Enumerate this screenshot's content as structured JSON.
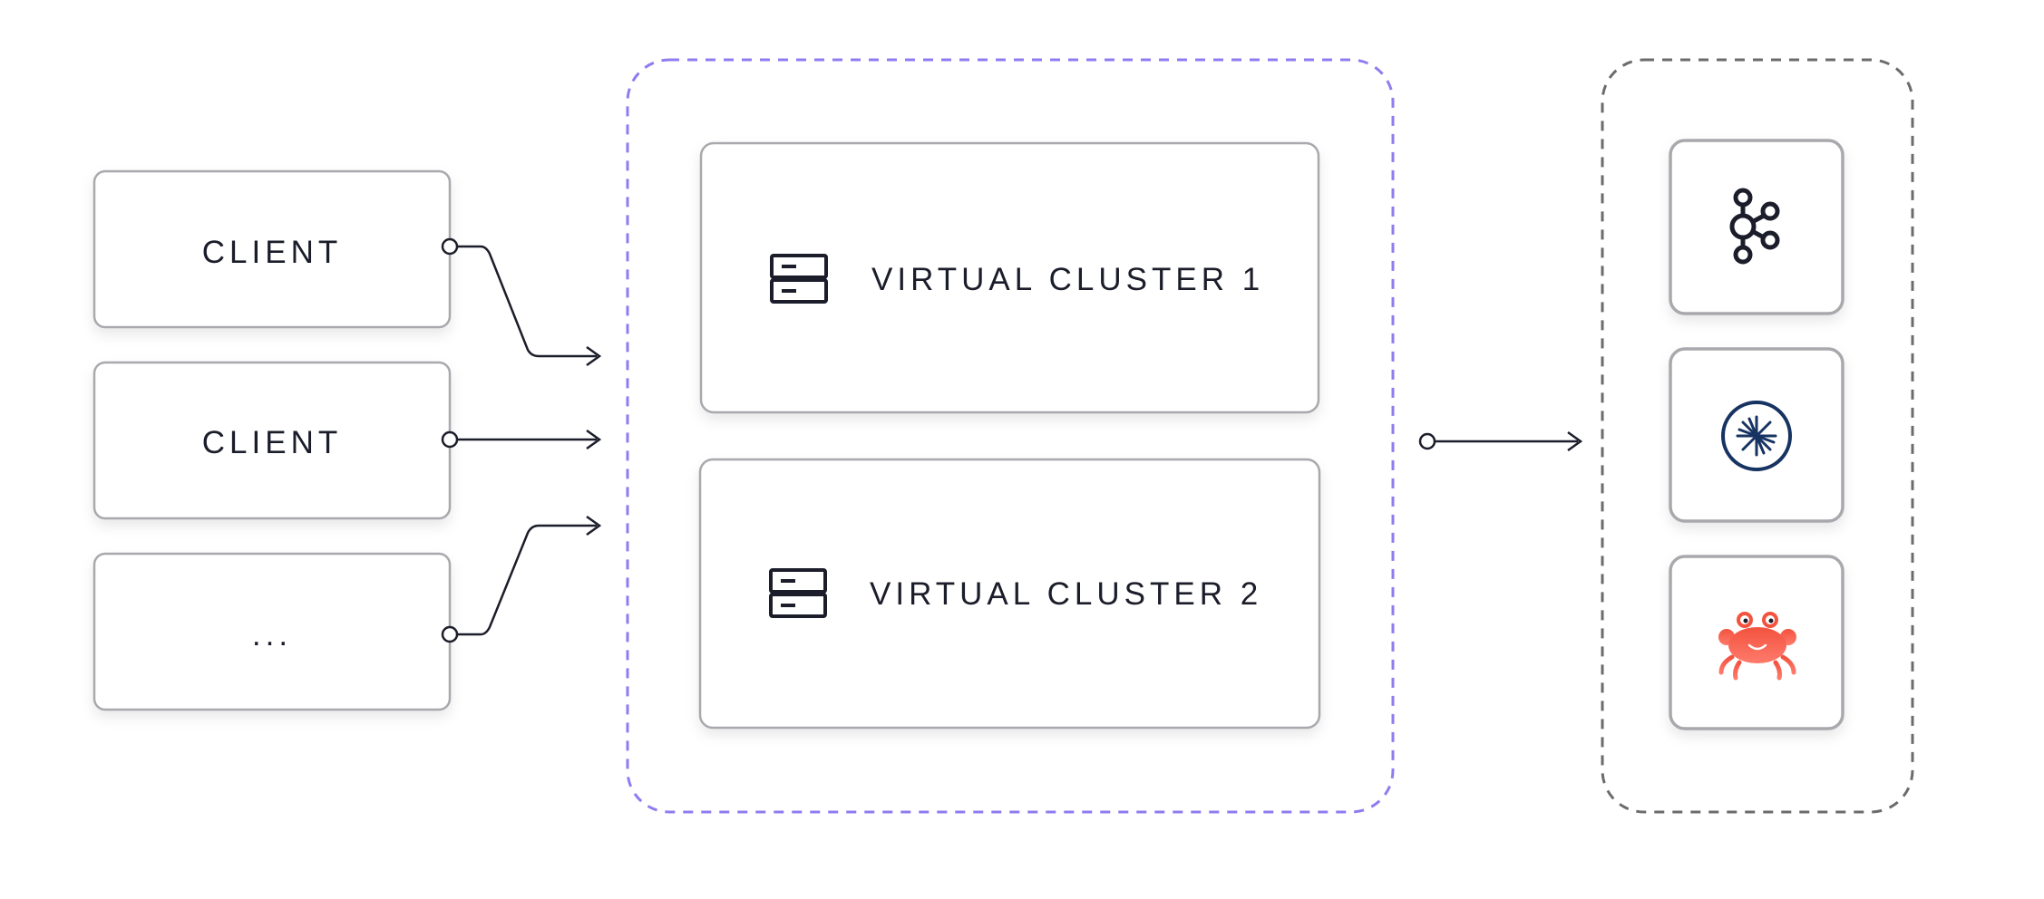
{
  "clients": [
    {
      "label": "CLIENT"
    },
    {
      "label": "CLIENT"
    },
    {
      "label": "..."
    }
  ],
  "virtual_clusters": [
    {
      "label": "VIRTUAL CLUSTER 1",
      "icon": "server-rack-icon"
    },
    {
      "label": "VIRTUAL CLUSTER 2",
      "icon": "server-rack-icon"
    }
  ],
  "backends": [
    {
      "icon": "kafka-logo-icon"
    },
    {
      "icon": "confluent-logo-icon"
    },
    {
      "icon": "redpanda-crab-logo-icon"
    }
  ],
  "colors": {
    "gateway_border": "#8e7cf0",
    "backend_border": "#6b6b6b",
    "box_border": "#a8a8ad",
    "text": "#1b1d2a",
    "confluent": "#173361",
    "redpanda": "#f2533e"
  }
}
